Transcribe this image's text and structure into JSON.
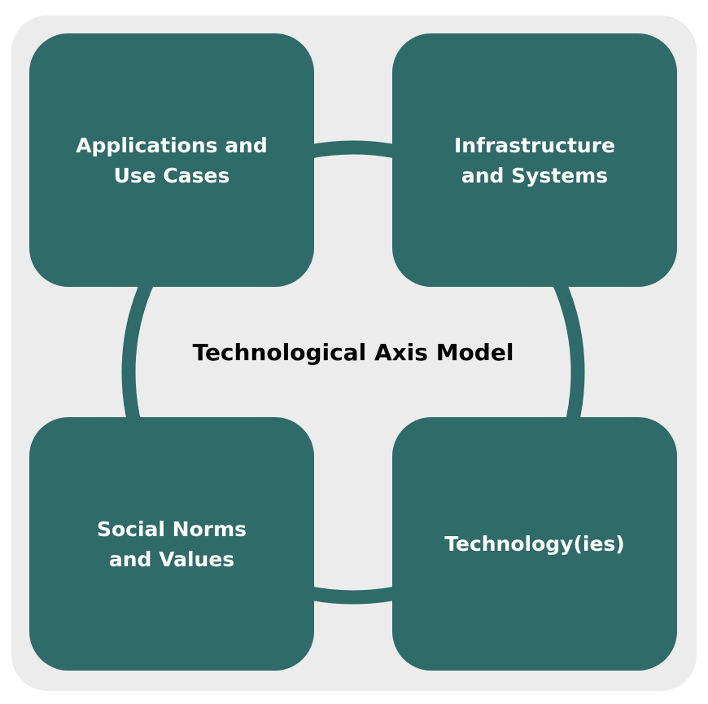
{
  "title": "Technological Axis Model",
  "colors": {
    "box": "#2e6b69",
    "background": "#ececec",
    "text": "#ffffff"
  },
  "boxes": [
    {
      "lines": [
        "Applications and",
        "Use Cases"
      ]
    },
    {
      "lines": [
        "Infrastructure",
        "and Systems"
      ]
    },
    {
      "lines": [
        "Social Norms",
        "and Values"
      ]
    },
    {
      "lines": [
        "Technology(ies)"
      ]
    }
  ]
}
